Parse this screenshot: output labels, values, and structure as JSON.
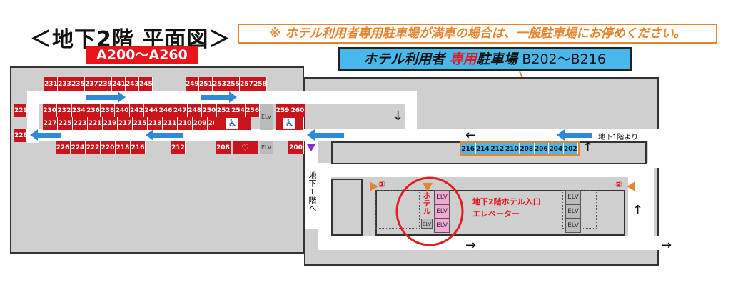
{
  "title": "＜地下2階 平面図＞",
  "notice": "※ ホテル利用者専用駐車場が満車の場合は、一般駐車場にお停めください。",
  "general_parking_range": "A200〜A260",
  "hotel_parking": {
    "prefix": "ホテル利用者 ",
    "highlight": "専用",
    "suffix": "駐車場 ",
    "range": "B202〜B216"
  },
  "spaces": {
    "top_left": [
      "231",
      "233",
      "235",
      "237",
      "239",
      "241",
      "243",
      "245"
    ],
    "top_right": [
      "249",
      "251",
      "253",
      "255",
      "257",
      "258"
    ],
    "row2": [
      "230",
      "232",
      "234",
      "236",
      "238",
      "240",
      "242",
      "244",
      "246",
      "247",
      "248",
      "250",
      "252",
      "254",
      "256"
    ],
    "row2_right": [
      "259",
      "260"
    ],
    "row3": [
      "227",
      "225",
      "223",
      "221",
      "219",
      "217",
      "215",
      "213",
      "211",
      "210",
      "209",
      "207"
    ],
    "bottom_left": [
      "226",
      "224",
      "222",
      "220",
      "218",
      "216"
    ],
    "single_212": "212",
    "single_208": "208",
    "single_200": "200",
    "left_229": "229",
    "left_228": "228",
    "hotel_spaces": [
      "216",
      "214",
      "212",
      "210",
      "208",
      "206",
      "204",
      "202"
    ]
  },
  "symbols": {
    "accessible": "♿",
    "heart": "♡"
  },
  "elv_label": "ELV",
  "labels": {
    "to_b1_top": "地下1階より",
    "to_b1_left": "地下1階へ",
    "hotel_vertical": "ホテル",
    "hotel_entrance": "地下2階ホテル入口",
    "hotel_entrance_2": "エレベーター",
    "marker_1": "①",
    "marker_2": "②"
  },
  "arrows": {
    "right": "→",
    "left": "←",
    "up": "↑",
    "down": "↓"
  },
  "colors": {
    "general": "#c8141a",
    "hotel": "#48b8ec",
    "flow": "#2e8ad8",
    "notice": "#e8842c",
    "highlight_circle": "#e02020"
  }
}
